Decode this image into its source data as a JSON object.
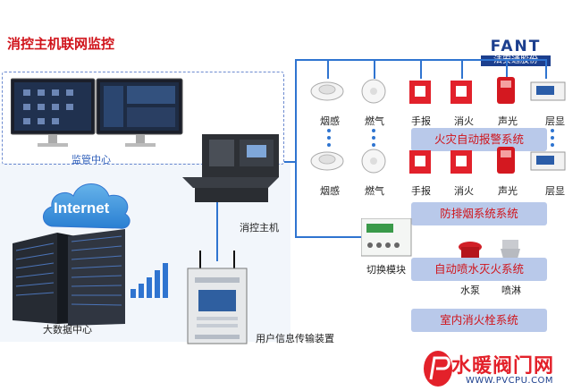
{
  "title": "消控主机联网监控",
  "logo": {
    "brand": "FANT",
    "subtitle": "法安通股份"
  },
  "left": {
    "monitoring_center": "监管中心",
    "internet": "Internet",
    "big_data_center": "大数据中心",
    "host": "消控主机",
    "transmitter": "用户信息传输装置"
  },
  "row1_devices": [
    "烟感",
    "燃气",
    "手报",
    "消火",
    "声光",
    "层显"
  ],
  "row2_devices": [
    "烟感",
    "燃气",
    "手报",
    "消火",
    "声光",
    "层显"
  ],
  "switch_module": "切换模块",
  "pumps": [
    "水泵",
    "喷淋"
  ],
  "systems": [
    "火灾自动报警系统",
    "防排烟系统系统",
    "自动喷水灭火系统",
    "室内消火栓系统"
  ],
  "watermark": {
    "cn": "水暖阀门网",
    "en": "WWW.PVCPU.COM"
  },
  "colors": {
    "line": "#2f74d0",
    "title": "#d0141b",
    "bar": "#b9c9ea"
  }
}
